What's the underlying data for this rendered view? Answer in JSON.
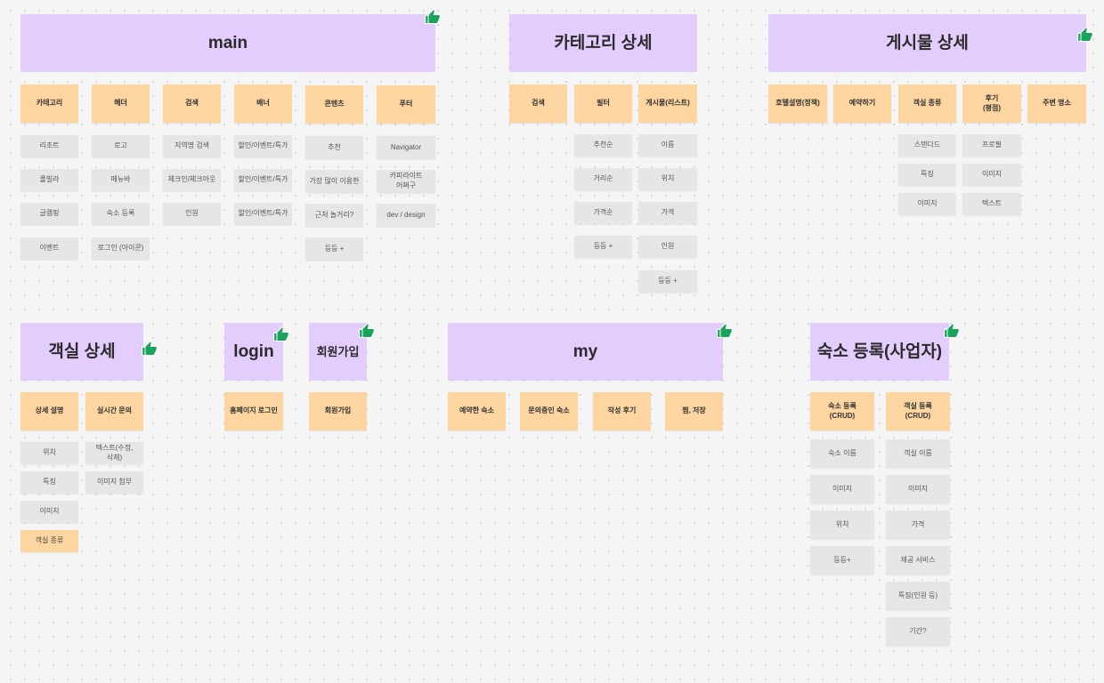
{
  "colors": {
    "title": "#e2cdfd",
    "category": "#fdd5a1",
    "item": "#e6e6e6",
    "background": "#f5f5f5",
    "thumb": "#1aa35a"
  },
  "icons": {
    "thumb": "thumbs-up-icon"
  },
  "main": {
    "title": "main",
    "columns": [
      {
        "label": "카테고리",
        "items": [
          "리조트",
          "풀빌라",
          "글램핑",
          "이벤트"
        ]
      },
      {
        "label": "헤더",
        "items": [
          "로고",
          "메뉴바",
          "숙소 등록",
          "로그인 (아이콘)"
        ]
      },
      {
        "label": "검색",
        "items": [
          "지역명 검색",
          "체크인/체크아웃",
          "인원"
        ]
      },
      {
        "label": "배너",
        "items": [
          "할인/이벤트/특가",
          "할인/이벤트/특가",
          "할인/이벤트/특가"
        ]
      },
      {
        "label": "콘텐츠",
        "items": [
          "추천",
          "가장 많이 이용한",
          "근처 놀거리?",
          "등등 +"
        ]
      },
      {
        "label": "푸터",
        "items": [
          "Navigator",
          "카피라이트 어쩌구",
          "dev  / design"
        ]
      }
    ]
  },
  "category_detail": {
    "title": "카테고리 상세",
    "columns": [
      {
        "label": "검색",
        "items": []
      },
      {
        "label": "필터",
        "items": [
          "추천순",
          "거리순",
          "가격순",
          "등등 +"
        ]
      },
      {
        "label": "게시물(리스트)",
        "items": [
          "이름",
          "위치",
          "가격",
          "인원",
          "등등 +"
        ]
      }
    ]
  },
  "post_detail": {
    "title": "게시물 상세",
    "columns": [
      {
        "label": "호텔설명(정책)",
        "items": []
      },
      {
        "label": "예약하기",
        "items": []
      },
      {
        "label": "객실 종류",
        "items": [
          "스탠다드",
          "특징",
          "이미지"
        ]
      },
      {
        "label": "후기\n(평점)",
        "items": [
          "프로필",
          "이미지",
          "텍스트"
        ]
      },
      {
        "label": "주변 명소",
        "items": []
      }
    ]
  },
  "room_detail": {
    "title": "객실 상세",
    "columns": [
      {
        "label": "상세 설명",
        "items": [
          "위치",
          "특징",
          "이미지",
          "객실 종류"
        ]
      },
      {
        "label": "실시간 문의",
        "items": [
          "텍스트(수정, 삭제)",
          "이미지 첨부"
        ]
      }
    ]
  },
  "login": {
    "title": "login",
    "columns": [
      {
        "label": "홈페이지 로그인",
        "items": []
      }
    ]
  },
  "signup": {
    "title": "회원가입",
    "columns": [
      {
        "label": "회원가입",
        "items": []
      }
    ]
  },
  "my": {
    "title": "my",
    "columns": [
      {
        "label": "예약한 숙소",
        "items": []
      },
      {
        "label": "문의중인 숙소",
        "items": []
      },
      {
        "label": "작성 후기",
        "items": []
      },
      {
        "label": "찜, 저장",
        "items": []
      }
    ]
  },
  "lodging_register": {
    "title": "숙소 등록(사업자)",
    "columns": [
      {
        "label": "숙소 등록\n(CRUD)",
        "items": [
          "숙소 이름",
          "이미지",
          "위치",
          "등등+"
        ]
      },
      {
        "label": "객실 등록\n(CRUD)",
        "items": [
          "객실 이름",
          "이미지",
          "가격",
          "제공 서비스",
          "특징(인원 등)",
          "기간?"
        ]
      }
    ]
  }
}
